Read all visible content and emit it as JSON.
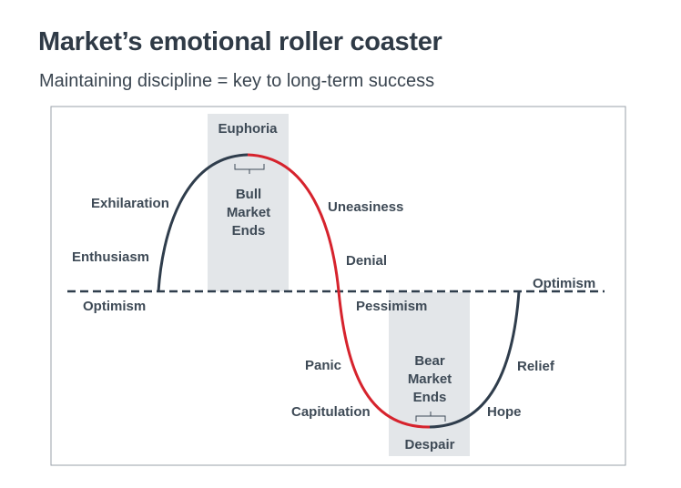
{
  "header": {
    "title": "Market’s emotional roller coaster",
    "subtitle": "Maintaining discipline = key to long-term success"
  },
  "colors": {
    "rising_curve": "#2f3d4c",
    "falling_curve": "#d6232d",
    "shade": "#e3e6e9",
    "frame": "#9aa1a8",
    "baseline": "#2f3d4c"
  },
  "labels": {
    "euphoria": "Euphoria",
    "bull_market_ends": [
      "Bull",
      "Market",
      "Ends"
    ],
    "exhilaration": "Exhilaration",
    "enthusiasm": "Enthusiasm",
    "optimism_left": "Optimism",
    "uneasiness": "Uneasiness",
    "denial": "Denial",
    "pessimism": "Pessimism",
    "optimism_right": "Optimism",
    "panic": "Panic",
    "capitulation": "Capitulation",
    "bear_market_ends": [
      "Bear",
      "Market",
      "Ends"
    ],
    "despair": "Despair",
    "relief": "Relief",
    "hope": "Hope"
  }
}
